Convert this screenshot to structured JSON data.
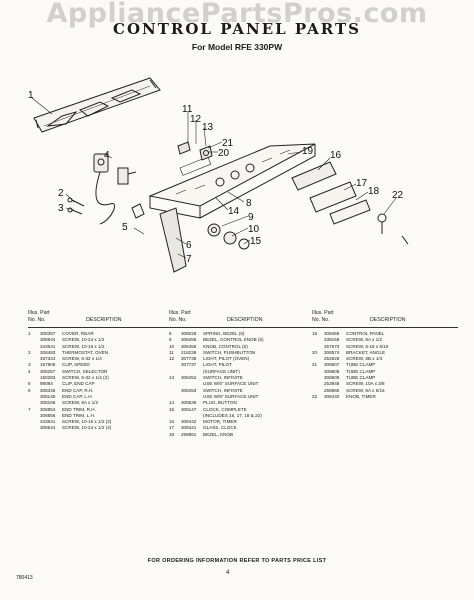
{
  "watermark": "AppliancePartsPros.com",
  "title": "CONTROL PANEL PARTS",
  "subtitle": "For Model RFE 330PW",
  "callouts": [
    "1",
    "2",
    "3",
    "4",
    "5",
    "6",
    "7",
    "8",
    "9",
    "10",
    "11",
    "12",
    "13",
    "14",
    "15",
    "16",
    "17",
    "18",
    "19",
    "20",
    "21",
    "22"
  ],
  "table": {
    "headers": {
      "line1": "Illus. Part",
      "line2": "No.   No.",
      "description": "DESCRIPTION"
    },
    "columns": [
      [
        [
          "1",
          "308357",
          "COVER, REAR"
        ],
        [
          "",
          "308844",
          "SCREW, 10-24 x 1/2"
        ],
        [
          "",
          "343641",
          "SCREW, 10-16 x 1/2"
        ],
        [
          "2",
          "308483",
          "THERMOSTAT, OVEN"
        ],
        [
          "",
          "487344",
          "SCREW, 6-32 x 1/4"
        ],
        [
          "3",
          "157906",
          "CLIP, SPEED"
        ],
        [
          "4",
          "308257",
          "SWITCH, SELECTOR"
        ],
        [
          "",
          "150283",
          "SCREW, 6-32 x 1/4 (2)"
        ],
        [
          "5",
          "98084",
          "CLIP, END CAP"
        ],
        [
          "6",
          "308346",
          "END CAP, R.H."
        ],
        [
          "",
          "308145",
          "END CAP, L.H."
        ],
        [
          "",
          "308166",
          "SCREW, 8A x 1/2"
        ],
        [
          "7",
          "308854",
          "END TRIM, R.H."
        ],
        [
          "",
          "308856",
          "END TRIM, L.H."
        ],
        [
          "",
          "343641",
          "SCREW, 10-16 x 1/2 (2)"
        ],
        [
          "",
          "308544",
          "SCREW, 10-24 x 1/2 (4)"
        ]
      ],
      [
        [
          "8",
          "308028",
          "SPRING, BEZEL (6)"
        ],
        [
          "9",
          "308456",
          "BEZEL, CONTROL KNOB (6)"
        ],
        [
          "10",
          "308458",
          "KNOB, CONTROL (6)"
        ],
        [
          "11",
          "218236",
          "SWITCH, PUSHBUTTON"
        ],
        [
          "12",
          "307738",
          "LIGHT, PILOT (OVEN)"
        ],
        [
          "",
          "307737",
          "LIGHT, PILOT"
        ],
        [
          "",
          "",
          "(SURFACE UNIT)"
        ],
        [
          "13",
          "308452",
          "SWITCH, INFINITE"
        ],
        [
          "",
          "",
          "USE W/6\" SURFACE UNIT"
        ],
        [
          "",
          "308453",
          "SWITCH, INFINITE"
        ],
        [
          "",
          "",
          "USE W/8\" SURFACE UNIT"
        ],
        [
          "14",
          "308536",
          "PLUG, BUTTON"
        ],
        [
          "15",
          "308147",
          "CLOCK, COMPLETE"
        ],
        [
          "",
          "",
          "(INCLUDES 16, 17, 18 & 22)"
        ],
        [
          "16",
          "308442",
          "MOTOR, TIMER"
        ],
        [
          "17",
          "308441",
          "GLASS, CLOCK"
        ],
        [
          "18",
          "258861",
          "BEZEL, KNOB"
        ]
      ],
      [
        [
          "19",
          "308455",
          "CONTROL PANEL"
        ],
        [
          "",
          "338156",
          "SCREW, 8A x 1/2"
        ],
        [
          "",
          "257670",
          "SCREW, 8-18 x 5/16"
        ],
        [
          "20",
          "308574",
          "BRACKET, ANGLE"
        ],
        [
          "",
          "254828",
          "SCREW, 8B x 1/4"
        ],
        [
          "21",
          "308607",
          "TUBE CLAMP"
        ],
        [
          "",
          "308608",
          "TUBE CLAMP"
        ],
        [
          "",
          "308609",
          "TUBE CLAMP"
        ],
        [
          "",
          "253948",
          "SCREW, 10A x 3/8"
        ],
        [
          "",
          "258865",
          "SCREW, 8A x 5/16"
        ],
        [
          "22",
          "308440",
          "KNOB, TIMER"
        ]
      ]
    ]
  },
  "footer": "FOR ORDERING INFORMATION REFER TO PARTS PRICE LIST",
  "page_number": "4",
  "doc_code": "780413"
}
